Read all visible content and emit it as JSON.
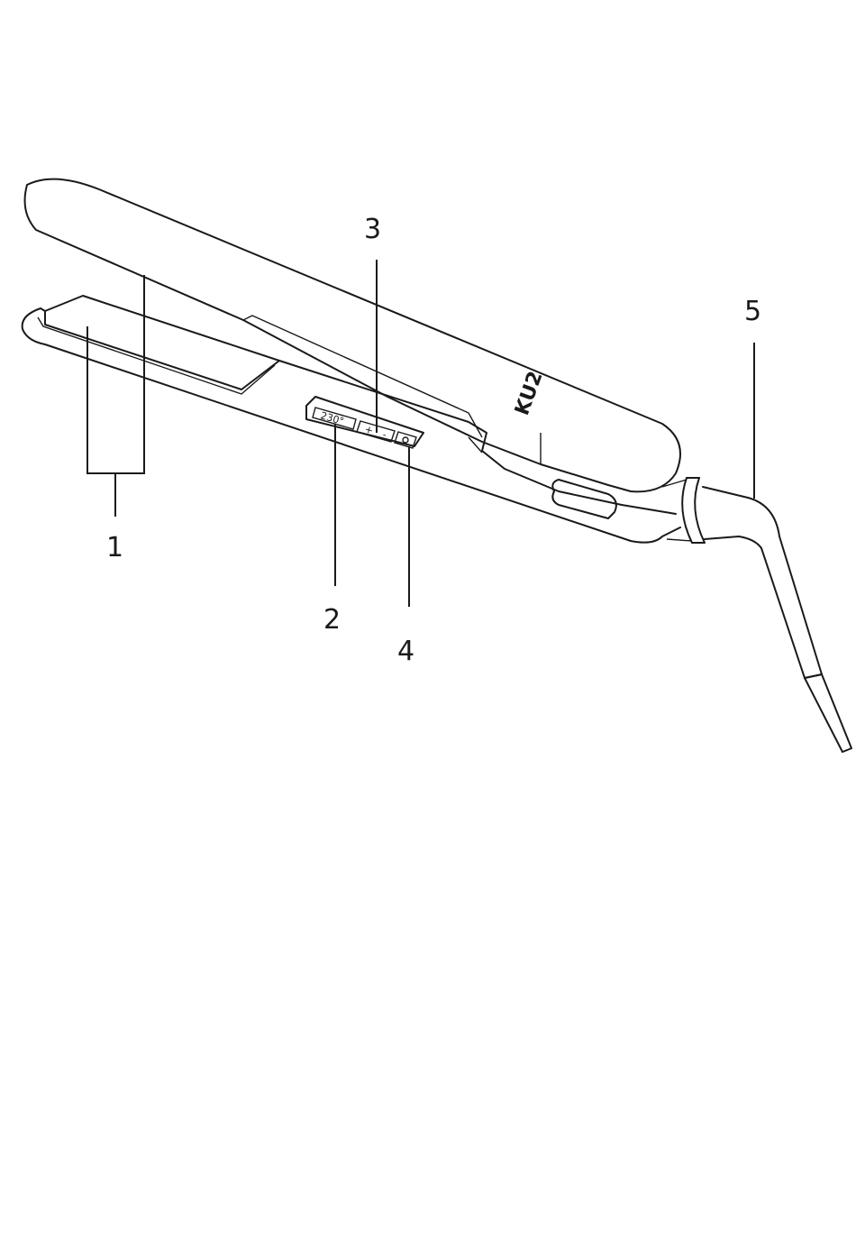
{
  "callouts": [
    {
      "id": "1",
      "text": "1"
    },
    {
      "id": "2",
      "text": "2"
    },
    {
      "id": "3",
      "text": "3"
    },
    {
      "id": "4",
      "text": "4"
    },
    {
      "id": "5",
      "text": "5"
    }
  ],
  "device": {
    "display_text": "230°",
    "plus_symbol": "+",
    "minus_symbol": "-",
    "brand": "KU2"
  }
}
